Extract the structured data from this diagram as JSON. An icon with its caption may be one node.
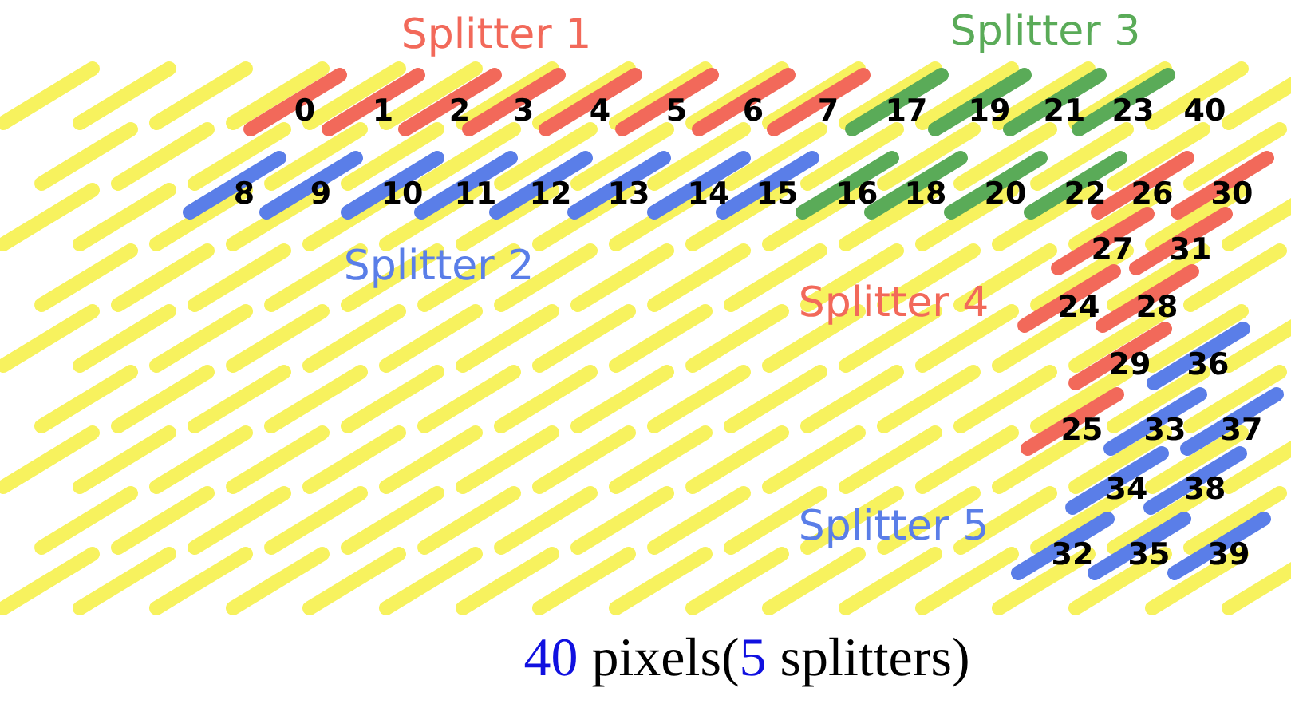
{
  "diagram": {
    "caption": "40 pixels(5 splitters)",
    "labels": [
      "Splitter 1",
      "Splitter 3",
      "0",
      "1",
      "2",
      "3",
      "4",
      "5",
      "6",
      "7",
      "17",
      "19",
      "21",
      "23",
      "40",
      "8",
      "9",
      "10",
      "11",
      "12",
      "13",
      "14",
      "15",
      "16",
      "18",
      "20",
      "22",
      "26",
      "30",
      "Splitter 2",
      "27",
      "31",
      "Splitter 4",
      "24",
      "28",
      "29",
      "36",
      "25",
      "33",
      "37",
      "34",
      "38",
      "Splitter 5",
      "32",
      "35",
      "39"
    ]
  }
}
